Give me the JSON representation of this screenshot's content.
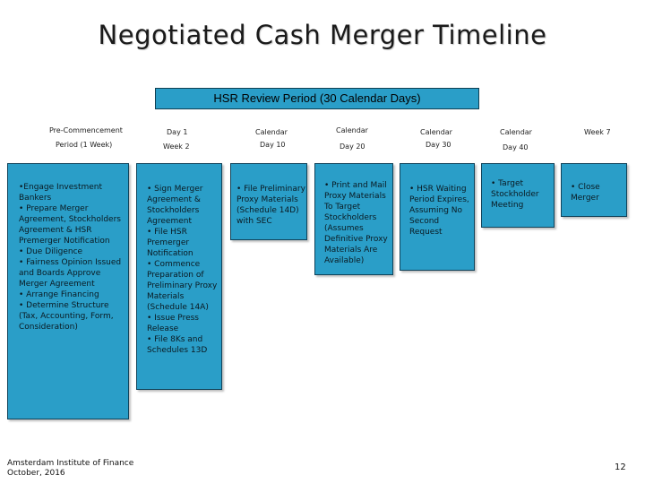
{
  "title": "Negotiated Cash Merger Timeline",
  "hsr_banner": "HSR Review Period (30 Calendar Days)",
  "columns": [
    {
      "top": "Pre-Commencement",
      "bottom": "Period (1 Week)",
      "items": [
        "•Engage Investment Bankers",
        "• Prepare Merger Agreement, Stockholders Agreement & HSR Premerger Notification",
        "• Due Diligence",
        "• Fairness Opinion Issued and Boards Approve Merger Agreement",
        "• Arrange Financing",
        "• Determine Structure (Tax, Accounting, Form, Consideration)"
      ]
    },
    {
      "top": "Day 1",
      "bottom": "Week 2",
      "items": [
        "• Sign Merger Agreement & Stockholders Agreement",
        "• File HSR Premerger Notification",
        "• Commence Preparation of Preliminary Proxy Materials (Schedule 14A)",
        "• Issue Press Release",
        "• File 8Ks and Schedules 13D"
      ]
    },
    {
      "top": "Calendar",
      "bottom": "Day 10",
      "items": [
        "• File Preliminary Proxy Materials (Schedule 14D) with SEC"
      ]
    },
    {
      "top": "Calendar",
      "bottom": "Day 20",
      "items": [
        "• Print and Mail Proxy Materials To Target Stockholders (Assumes Definitive Proxy Materials Are Available)"
      ]
    },
    {
      "top": "Calendar",
      "bottom": "Day 30",
      "items": [
        "• HSR Waiting Period Expires, Assuming No Second Request"
      ]
    },
    {
      "top": "Calendar",
      "bottom": "Day 40",
      "items": [
        "• Target Stockholder Meeting"
      ]
    },
    {
      "top": "Week 7",
      "bottom": "",
      "items": [
        "• Close Merger"
      ]
    }
  ],
  "footer": {
    "line1": "Amsterdam Institute of Finance",
    "line2": "October, 2016"
  },
  "page_number": "12",
  "colors": {
    "box_fill": "#2a9ec8",
    "box_border": "#10435a"
  }
}
